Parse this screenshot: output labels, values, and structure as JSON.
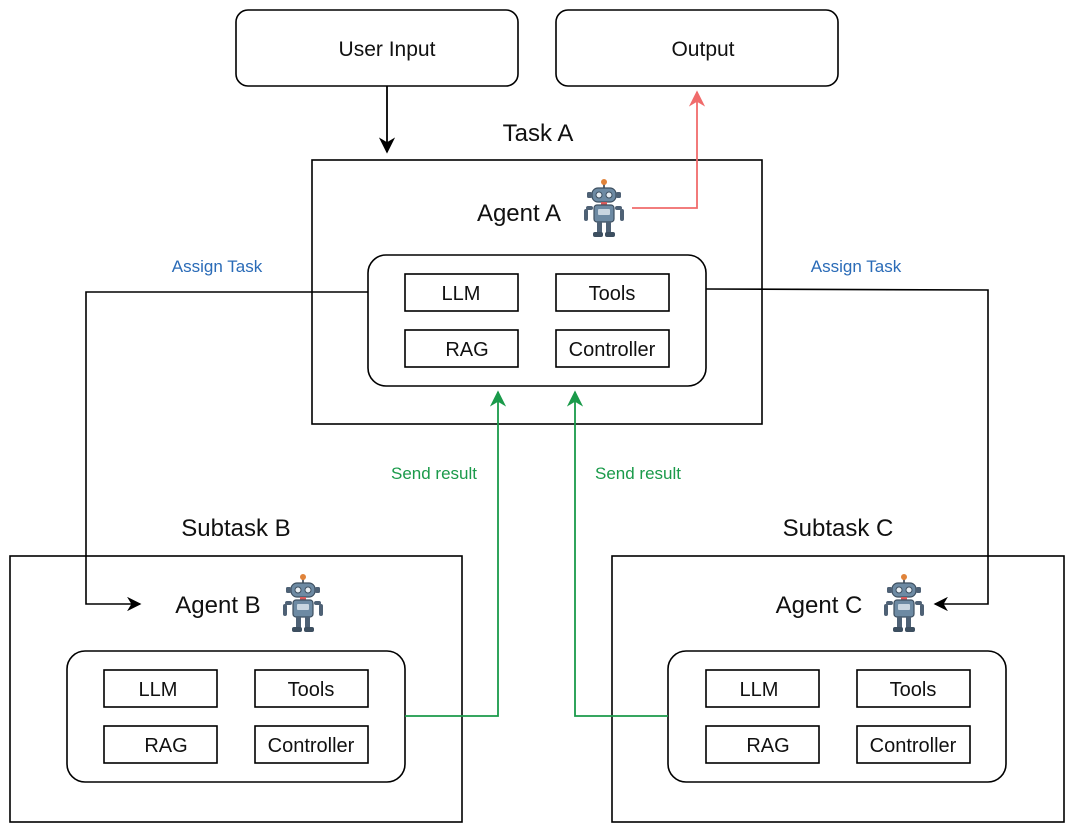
{
  "io": {
    "user_input": "User Input",
    "output": "Output"
  },
  "task_a": {
    "title": "Task A",
    "agent": "Agent A",
    "components": [
      "LLM",
      "Tools",
      "RAG",
      "Controller"
    ]
  },
  "subtask_b": {
    "title": "Subtask B",
    "agent": "Agent B",
    "components": [
      "LLM",
      "Tools",
      "RAG",
      "Controller"
    ]
  },
  "subtask_c": {
    "title": "Subtask C",
    "agent": "Agent C",
    "components": [
      "LLM",
      "Tools",
      "RAG",
      "Controller"
    ]
  },
  "edges": {
    "assign_left": "Assign Task",
    "assign_right": "Assign Task",
    "send_left": "Send result",
    "send_right": "Send result"
  },
  "colors": {
    "line": "#000000",
    "output_arrow": "#f06b6b",
    "send_result": "#1a9a4a",
    "assign_label": "#2a6bb7"
  },
  "icons": {
    "agent": "robot-icon"
  }
}
